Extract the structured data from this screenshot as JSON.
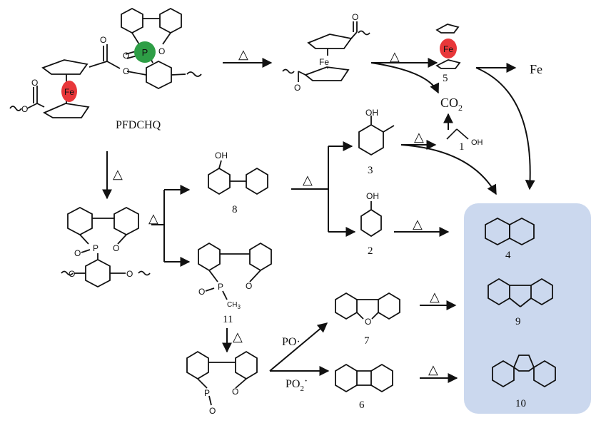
{
  "title": "PFDCHQ",
  "heat_symbol": "△",
  "products": {
    "co2": "CO",
    "co2_sub": "2",
    "fe": "Fe"
  },
  "compound_labels": {
    "c1": "1",
    "c2": "2",
    "c3": "3",
    "c4": "4",
    "c5": "5",
    "c6": "6",
    "c7": "7",
    "c8": "8",
    "c9": "9",
    "c10": "10",
    "c11": "11"
  },
  "radicals": {
    "po": "PO·",
    "po2": "PO",
    "po2_sub": "2",
    "po2_dot": "·"
  },
  "atoms": {
    "fe": "Fe",
    "oh": "OH",
    "o": "O",
    "p": "P",
    "ch3": "CH",
    "ch3_sub": "3"
  },
  "colors": {
    "fe_red": "#e8373a",
    "p_green": "#2e9e46",
    "panel_blue": "#cbd8ee"
  }
}
